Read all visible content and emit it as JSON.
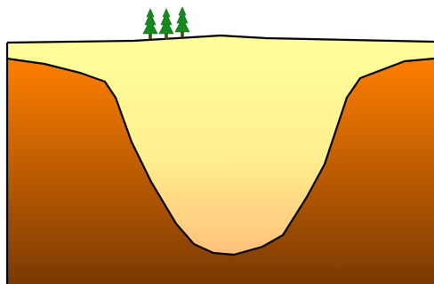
{
  "diagram": {
    "kind": "geological cross-section",
    "layers": [
      {
        "name": "bedrock",
        "color_top": "#ff7f00",
        "color_bottom": "#7a3a02"
      },
      {
        "name": "valley-fill",
        "color_top": "#ffff99",
        "color_bottom": "#ffc07a"
      }
    ],
    "trees": {
      "count": 3,
      "icon": "conifer-tree-icon",
      "color": "#168a1e",
      "trunk_color": "#6b3a12"
    },
    "outline_color": "#000000",
    "background": "#ffffff"
  }
}
